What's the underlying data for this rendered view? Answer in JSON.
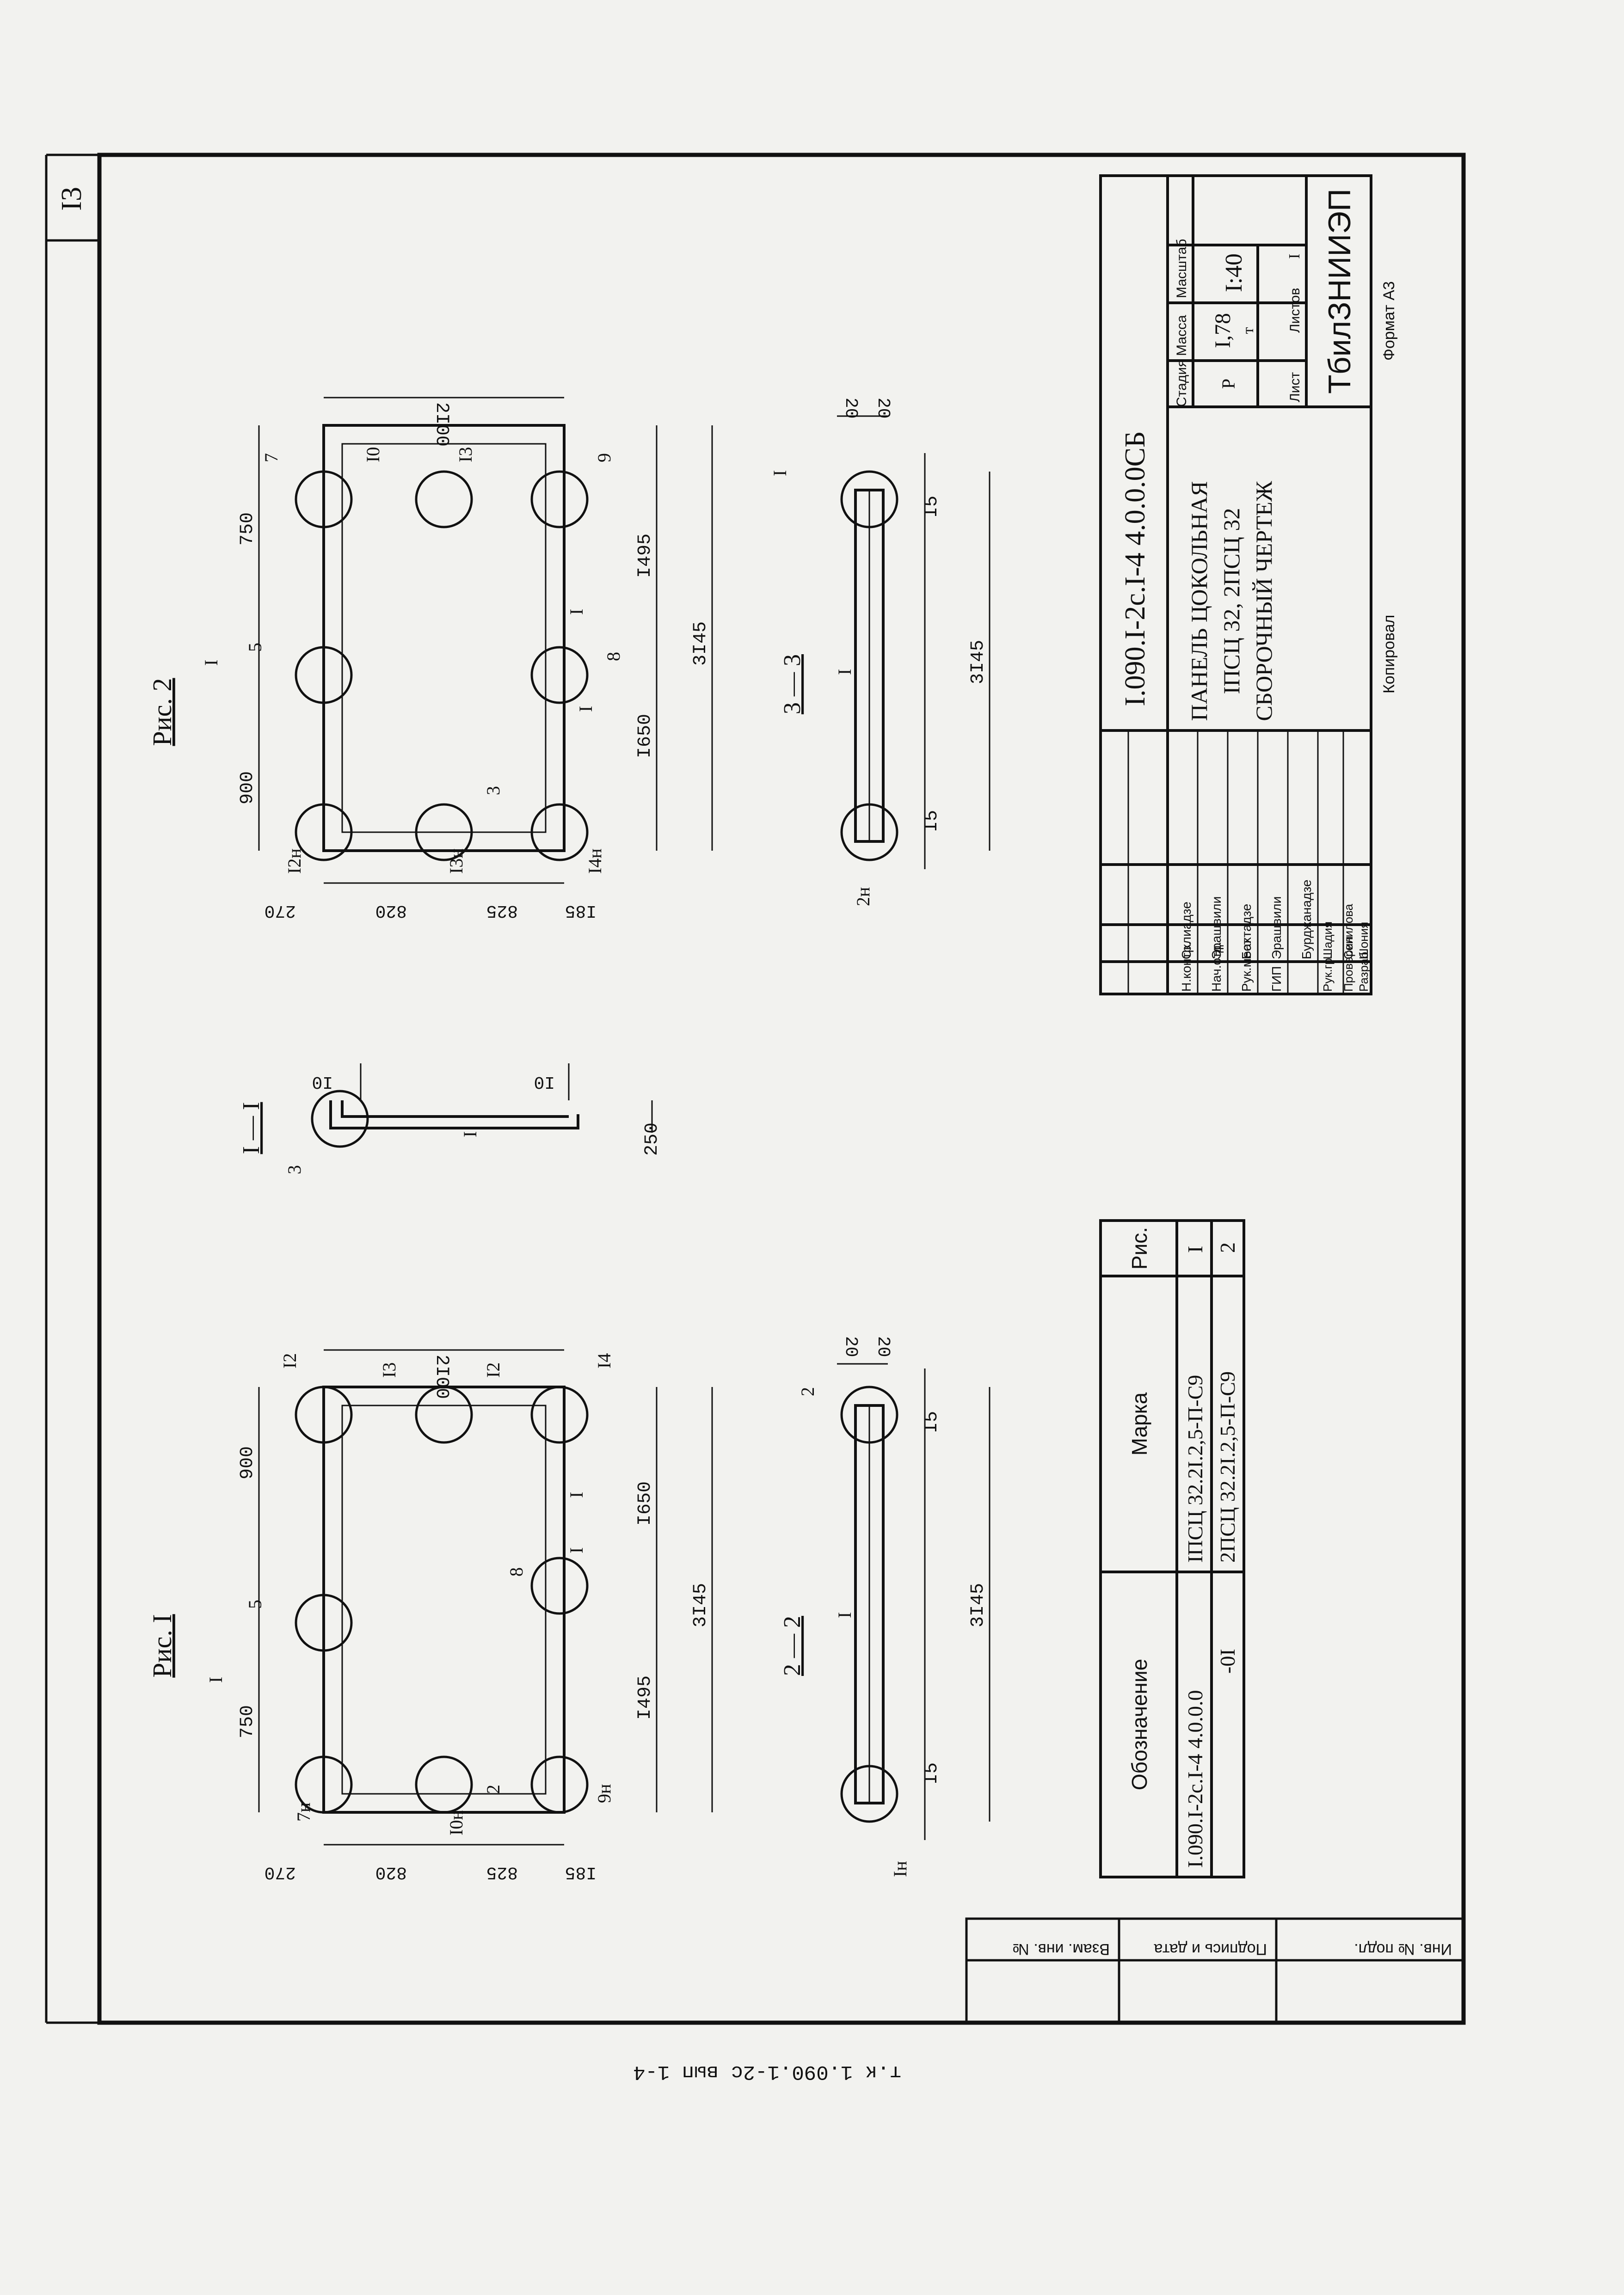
{
  "sheet": {
    "sheet_number": "I3",
    "format": "Формат А3",
    "copied": "Копировал",
    "margin_note": "т.к 1.090.1-2с вып 1-4"
  },
  "margin_stamp": [
    "Инв. № подл.",
    "Подпись и дата",
    "Взам. инв. №"
  ],
  "fig1": {
    "title": "Рис. I",
    "top_dims": [
      "750",
      "900"
    ],
    "bottom_dims": [
      "I495",
      "I650"
    ],
    "overall": "3I45",
    "height": "2I00",
    "left_dims": [
      "270",
      "820",
      "825",
      "I85"
    ],
    "callouts": [
      "7н",
      "5",
      "I2",
      "I3",
      "I4",
      "8",
      "9н",
      "I0н",
      "2",
      "I2",
      "I",
      "I"
    ],
    "section_mark": "I"
  },
  "fig2": {
    "title": "Рис. 2",
    "top_dims": [
      "900",
      "750"
    ],
    "bottom_dims": [
      "I650",
      "I495"
    ],
    "overall": "3I45",
    "height": "2I00",
    "left_dims": [
      "270",
      "820",
      "825",
      "I85"
    ],
    "callouts": [
      "I2н",
      "5",
      "7",
      "I0",
      "9",
      "8",
      "I4н",
      "I3н",
      "3",
      "I3",
      "I",
      "I"
    ],
    "section_mark": "I"
  },
  "section11": {
    "title": "I — I",
    "callouts": [
      "3",
      "I"
    ],
    "dims": [
      "I0",
      "I0",
      "250"
    ]
  },
  "section22": {
    "title": "2 — 2",
    "callouts": [
      "Iн",
      "I",
      "2"
    ],
    "dims": [
      "I5",
      "3I45",
      "I5",
      "20",
      "20"
    ]
  },
  "section33": {
    "title": "3 — 3",
    "callouts": [
      "2н",
      "I",
      "I"
    ],
    "dims": [
      "I5",
      "3I45",
      "I5",
      "20",
      "20"
    ]
  },
  "spec_table": {
    "headers": [
      "Обозначение",
      "Марка",
      "Рис."
    ],
    "rows": [
      [
        "I.090.I-2с.I-4 4.0.0.0",
        "IПСЦ 32.2I.2,5-П-С9",
        "I"
      ],
      [
        "-0I",
        "2ПСЦ 32.2I.2,5-П-С9",
        "2"
      ]
    ]
  },
  "title_block": {
    "doc_code": "I.090.I-2с.I-4 4.0.0.0СБ",
    "name_lines": [
      "ПАНЕЛЬ ЦОКОЛЬНАЯ",
      "IПСЦ 32, 2ПСЦ 32",
      "СБОРОЧНЫЙ ЧЕРТЕЖ"
    ],
    "roles": [
      [
        "Н.контр.",
        "Склиадзе"
      ],
      [
        "Нач.отд.",
        "Эрашвили"
      ],
      [
        "Рук.мест",
        "Бахтадзе"
      ],
      [
        "ГИП",
        "Эрашвили"
      ],
      [
        "",
        "Бурджанадзе"
      ],
      [
        "",
        ""
      ],
      [
        "Рук.гр.",
        "Шадия"
      ],
      [
        "Проверил",
        "Сенилова"
      ],
      [
        "Разраб.",
        "Шония"
      ]
    ],
    "col_stage": "Стадия",
    "col_mass": "Масса",
    "col_scale": "Масштаб",
    "stage": "Р",
    "mass": "I,78",
    "mass_unit": "т",
    "scale": "I:40",
    "sheet_label": "Лист",
    "sheets_label": "Листов",
    "sheets_value": "I",
    "org": "ТбилЗНИИЭП"
  }
}
